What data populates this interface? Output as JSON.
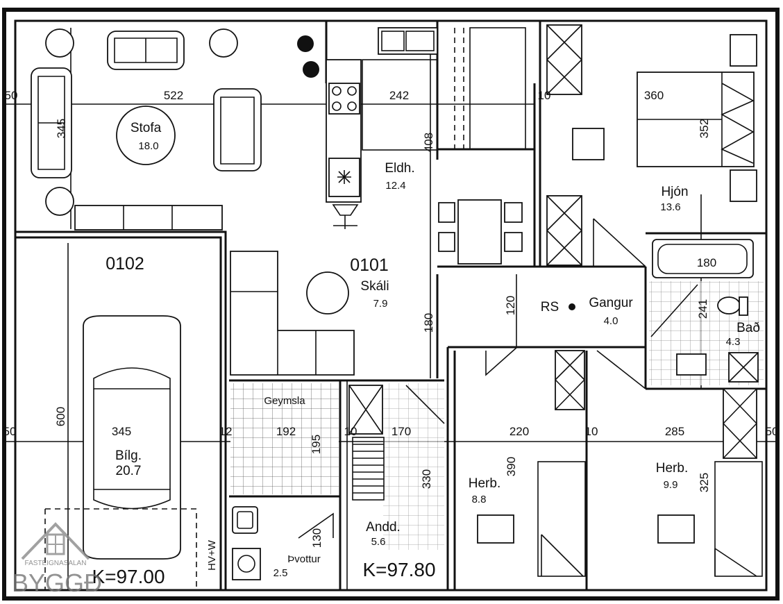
{
  "plan": {
    "rooms": {
      "stofa": {
        "name": "Stofa",
        "area": "18.0"
      },
      "eldh": {
        "name": "Eldh.",
        "area": "12.4"
      },
      "skali": {
        "code": "0101",
        "name": "Skáli",
        "area": "7.9"
      },
      "hjon": {
        "name": "Hjón",
        "area": "13.6"
      },
      "gangur": {
        "name": "Gangur",
        "area": "4.0",
        "rs": "RS"
      },
      "bad": {
        "name": "Bað",
        "area": "4.3"
      },
      "bilg": {
        "code": "0102",
        "name": "Bílg.",
        "area": "20.7"
      },
      "geymsla": {
        "name": "Geymsla"
      },
      "andd": {
        "name": "Andd.",
        "area": "5.6"
      },
      "thvottur": {
        "name": "Þvottur",
        "area": "2.5"
      },
      "herb1": {
        "name": "Herb.",
        "area": "8.8"
      },
      "herb2": {
        "name": "Herb.",
        "area": "9.9"
      }
    },
    "dims": {
      "d522": "522",
      "d345a": "345",
      "d242": "242",
      "d408": "408",
      "d360": "360",
      "d352": "352",
      "d180a": "180",
      "d241": "241",
      "d120": "120",
      "d180b": "180",
      "d600": "600",
      "d345b": "345",
      "d192": "192",
      "d170": "170",
      "d220": "220",
      "d285": "285",
      "d390": "390",
      "d325": "325",
      "d330": "330",
      "d195": "195",
      "d130": "130",
      "d50a": "50",
      "d50b": "50",
      "d50c": "50",
      "d12": "12",
      "d10a": "10",
      "d10b": "10",
      "d10c": "10"
    },
    "levels": {
      "garage": "K=97.00",
      "entry": "K=97.80"
    },
    "hw": "HV+W"
  },
  "logo": {
    "line1": "FASTEIGNASALAN",
    "line2": "BYGGÐ"
  },
  "colors": {
    "ink": "#111111",
    "paper": "#ffffff",
    "logo": "#8a8a8a"
  }
}
